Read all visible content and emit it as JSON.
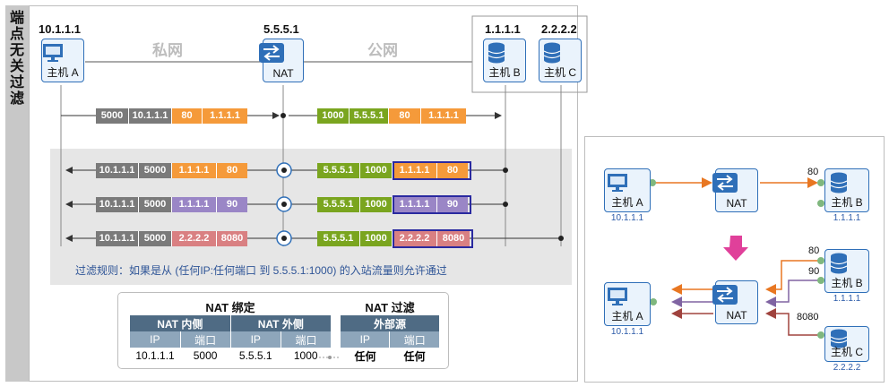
{
  "sidebar_title": "端点无关过滤",
  "left": {
    "ip_host_a": "10.1.1.1",
    "ip_nat": "5.5.5.1",
    "ip_host_b": "1.1.1.1",
    "ip_host_c": "2.2.2.2",
    "private_net": "私网",
    "public_net": "公网",
    "host_a": "主机 A",
    "nat": "NAT",
    "host_b": "主机 B",
    "host_c": "主机 C",
    "outbound_private": [
      "5000",
      "10.1.1.1",
      "80",
      "1.1.1.1"
    ],
    "outbound_public": [
      "1000",
      "5.5.5.1",
      "80",
      "1.1.1.1"
    ],
    "inbound": [
      {
        "private": [
          "10.1.1.1",
          "5000",
          "1.1.1.1",
          "80"
        ],
        "public": [
          "5.5.5.1",
          "1000",
          "1.1.1.1",
          "80"
        ]
      },
      {
        "private": [
          "10.1.1.1",
          "5000",
          "1.1.1.1",
          "90"
        ],
        "public": [
          "5.5.5.1",
          "1000",
          "1.1.1.1",
          "90"
        ]
      },
      {
        "private": [
          "10.1.1.1",
          "5000",
          "2.2.2.2",
          "8080"
        ],
        "public": [
          "5.5.5.1",
          "1000",
          "2.2.2.2",
          "8080"
        ]
      }
    ],
    "rule": "过滤规则：如果是从 (任何IP:任何端口 到 5.5.5.1:1000) 的入站流量则允许通过",
    "binding_title": "NAT 绑定",
    "filter_title": "NAT 过滤",
    "nat_inside": "NAT 内侧",
    "nat_outside": "NAT 外侧",
    "external_source": "外部源",
    "col_ip": "IP",
    "col_port": "端口",
    "row": [
      "10.1.1.1",
      "5000",
      "5.5.5.1",
      "1000"
    ],
    "filter_row": [
      "任何",
      "任何"
    ]
  },
  "right": {
    "host_a": "主机 A",
    "nat": "NAT",
    "host_b": "主机 B",
    "host_c": "主机 C",
    "ip_a": "10.1.1.1",
    "ip_b": "1.1.1.1",
    "ip_c": "2.2.2.2",
    "port_80_top": "80",
    "port_80": "80",
    "port_90": "90",
    "port_8080": "8080"
  },
  "colors": {
    "orange": "#e87722",
    "purple": "#8064a2",
    "brown": "#a0433e",
    "blue": "#2f6fb8",
    "pink": "#e0409a"
  }
}
